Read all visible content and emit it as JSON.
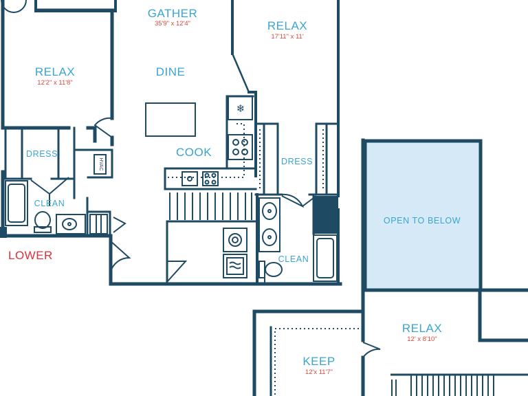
{
  "floor_label": "LOWER",
  "colors": {
    "wall": "#1f4a63",
    "label": "#3aa5d0",
    "dimension": "#d8473a",
    "floor_label": "#e0303a",
    "open_fill": "#d6e9f6"
  },
  "rooms": {
    "gather": {
      "name": "GATHER",
      "dim": "35'9\" x 12'4\""
    },
    "dine": {
      "name": "DINE"
    },
    "cook": {
      "name": "COOK"
    },
    "relax_left": {
      "name": "RELAX",
      "dim": "12'2\" x 11'8\""
    },
    "relax_right": {
      "name": "RELAX",
      "dim": "17'11\" x 11'"
    },
    "dress_left": {
      "name": "DRESS"
    },
    "dress_right": {
      "name": "DRESS"
    },
    "clean_left": {
      "name": "CLEAN"
    },
    "clean_right": {
      "name": "CLEAN"
    },
    "open_to_below": {
      "name": "OPEN TO BELOW"
    },
    "relax_upper": {
      "name": "RELAX",
      "dim": "12' x 8'10\""
    },
    "keep": {
      "name": "KEEP",
      "dim": "12'x 11'7\""
    }
  },
  "fixtures": {
    "hvac": "HVAC"
  }
}
